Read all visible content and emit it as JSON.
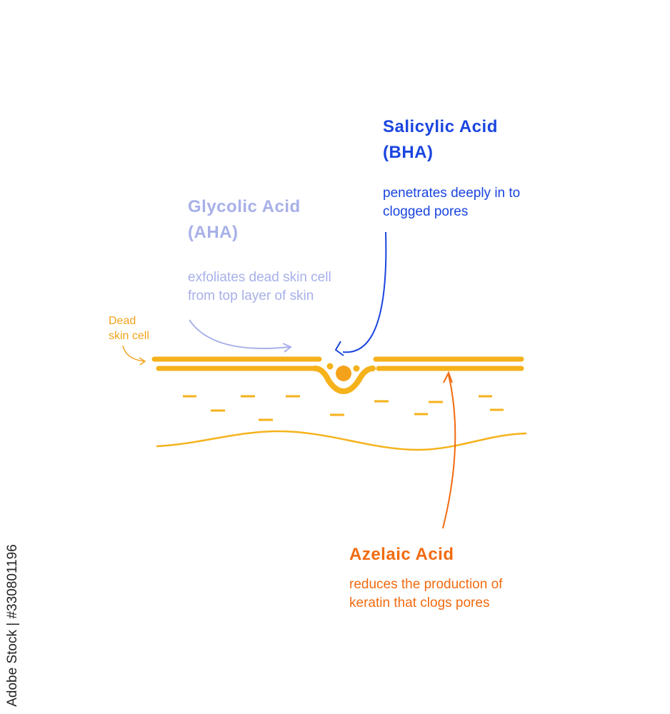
{
  "salicylic": {
    "title_line1": "Salicylic Acid",
    "title_line2": "(BHA)",
    "desc_line1": "penetrates deeply in to",
    "desc_line2": "clogged pores",
    "color": "#1a45e0"
  },
  "glycolic": {
    "title_line1": "Glycolic Acid",
    "title_line2": "(AHA)",
    "desc_line1": "exfoliates dead skin cell",
    "desc_line2": "from top layer of skin",
    "color": "#a7b0e8"
  },
  "azelaic": {
    "title": "Azelaic Acid",
    "desc_line1": "reduces the production of",
    "desc_line2": "keratin that clogs pores",
    "color": "#f26b10"
  },
  "dead_skin": {
    "line1": "Dead",
    "line2": "skin cell",
    "color": "#f0a21b"
  },
  "skin_color": "#f5b21b",
  "stock": {
    "text": "Adobe Stock | #330801196"
  }
}
